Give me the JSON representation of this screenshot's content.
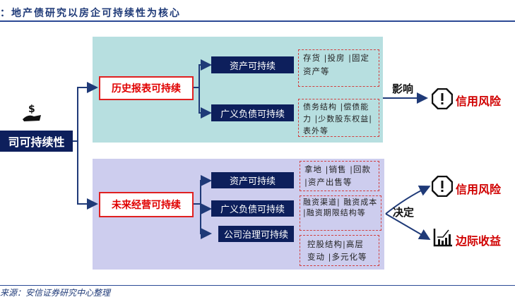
{
  "title": "：地产债研究以房企可持续性为核心",
  "root": {
    "label": "司可持续性",
    "icon": "money-hand-icon"
  },
  "historical": {
    "label": "历史报表可持续",
    "items": [
      {
        "label": "资产可持续",
        "detail": "存货 |投房 |固定资产等"
      },
      {
        "label": "广义负债可持续",
        "detail": "债务结构 |偿债能力 |少数股东权益|表外等"
      }
    ],
    "connector": "影响",
    "outcome": {
      "label": "信用风险",
      "icon": "warning-octagon-icon"
    }
  },
  "future": {
    "label": "未来经营可持续",
    "items": [
      {
        "label": "资产可持续",
        "detail": "拿地 |销售 |回款 |资产出售等"
      },
      {
        "label": "广义负债可持续",
        "detail": "融资渠道| 融资成本 |融资期限结构等"
      },
      {
        "label": "公司治理可持续",
        "detail": "控股结构|高层变动 |多元化等"
      }
    ],
    "connector": "决定",
    "outcomes": [
      {
        "label": "信用风险",
        "icon": "warning-octagon-icon"
      },
      {
        "label": "边际收益",
        "icon": "growth-chart-icon"
      }
    ]
  },
  "source": "来源：安信证券研究中心整理",
  "colors": {
    "navy": "#0d1f5c",
    "red": "#d00000",
    "teal": "#b7dfe0",
    "lavender": "#cdcdee"
  }
}
